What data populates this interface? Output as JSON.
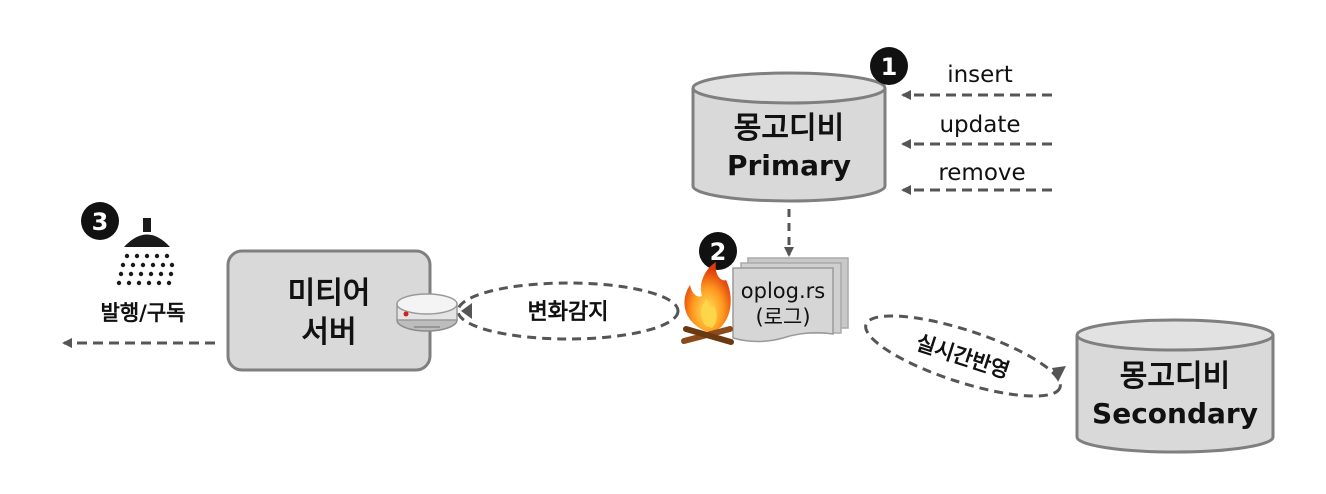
{
  "colors": {
    "box_fill": "#d9d9d9",
    "box_stroke": "#7f7f7f",
    "arrow_dash": "#555555",
    "badge": "#111111",
    "text": "#111111"
  },
  "primary_db": {
    "line1": "몽고디비",
    "line2": "Primary",
    "badge": "1"
  },
  "ops": [
    "insert",
    "update",
    "remove"
  ],
  "oplog": {
    "line1": "oplog.rs",
    "line2": "(로그)",
    "badge": "2",
    "icon": "fire-icon"
  },
  "detect_label": "변화감지",
  "meteor_server": {
    "line1": "미티어",
    "line2": "서버",
    "sensor_icon": "smoke-detector-icon"
  },
  "publish": {
    "badge": "3",
    "label": "발행/구독",
    "icon": "shower-icon"
  },
  "replicate_label": "실시간반영",
  "secondary_db": {
    "line1": "몽고디비",
    "line2": "Secondary"
  }
}
